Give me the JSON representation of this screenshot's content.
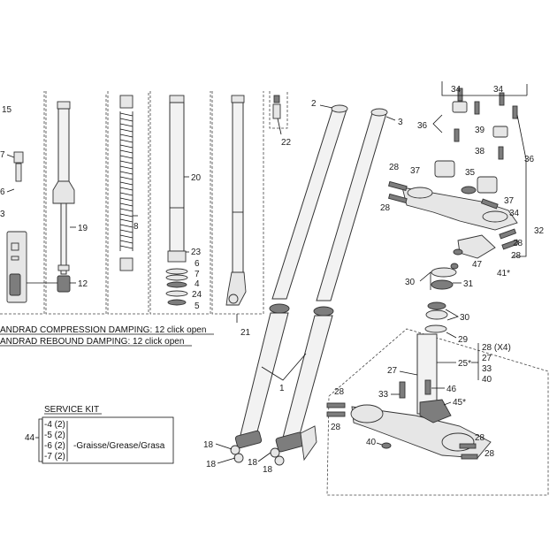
{
  "labels": {
    "l1": "1",
    "l2": "2",
    "l3": "3",
    "l4": "4",
    "l5": "5",
    "l6": "6",
    "l6b": "6",
    "l7": "7",
    "l7b": "7",
    "l8": "8",
    "l12": "12",
    "l15": "15",
    "l19": "19",
    "l20": "20",
    "l21": "21",
    "l22": "22",
    "l23": "23",
    "l24": "24",
    "l3b": "3",
    "l18a": "18",
    "l18b": "18",
    "l18c": "18",
    "l18d": "18",
    "l27": "27",
    "l28a": "28",
    "l28b": "28",
    "l28c": "28",
    "l28d": "28",
    "l28e": "28",
    "l28f": "28",
    "l28g": "28",
    "l29": "29",
    "l30a": "30",
    "l30b": "30",
    "l31": "31",
    "l32": "32",
    "l33": "33",
    "l34a": "34",
    "l34b": "34",
    "l34c": "34",
    "l35": "35",
    "l36a": "36",
    "l36b": "36",
    "l37a": "37",
    "l37b": "37",
    "l38": "38",
    "l39": "39",
    "l40": "40",
    "l41": "41*",
    "l45": "45*",
    "l46": "46",
    "l47": "47",
    "l25": "25*"
  },
  "kit25": [
    "28 (X4)",
    "27",
    "33",
    "40"
  ],
  "damping": {
    "compression": "ANDRAD COMPRESSION DAMPING: 12 click open",
    "rebound": "ANDRAD REBOUND DAMPING: 12 click open"
  },
  "service_kit": {
    "title": "SERVICE KIT",
    "number": "44",
    "items": [
      "-4 (2)",
      "-5 (2)",
      "-6 (2)",
      "-7 (2)"
    ],
    "grease": "-Graisse/Grease/Grasa"
  }
}
